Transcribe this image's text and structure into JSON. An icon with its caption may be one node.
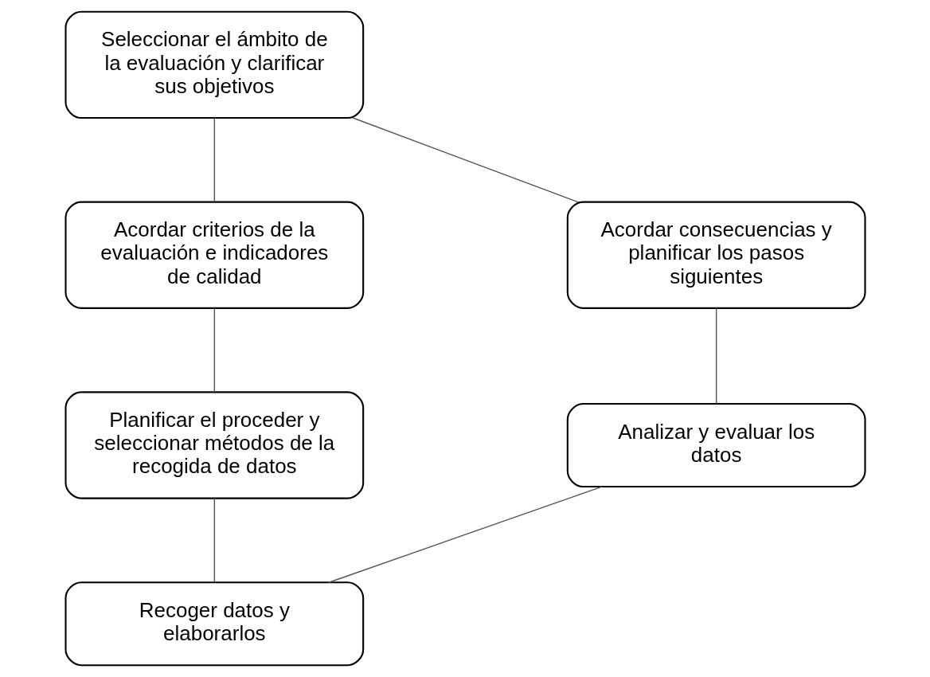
{
  "diagram": {
    "nodes": [
      {
        "text": [
          "Seleccionar el ámbito de la evaluación y clarificar sus objetivos"
        ]
      },
      {
        "text": [
          "Acordar consecuencias y planificar los pasos siguientes"
        ]
      },
      {
        "text": [
          "Acordar criterios de la evaluación e indicadores de calidad"
        ]
      },
      {
        "text": [
          "Analizar y evaluar los datos"
        ]
      },
      {
        "text": [
          "Planificar el proceder y seleccionar métodos de la recogida de datos"
        ]
      },
      {
        "text": [
          "Recoger datos y elaborarlos"
        ]
      }
    ],
    "edges": [
      {
        "from": 0,
        "to": 2,
        "arrow": "none"
      },
      {
        "from": 2,
        "to": 4,
        "arrow": "none"
      },
      {
        "from": 4,
        "to": 5,
        "arrow": "none"
      },
      {
        "from": 5,
        "to": 3,
        "arrow": "none"
      },
      {
        "from": 3,
        "to": 1,
        "arrow": "none"
      },
      {
        "from": 1,
        "to": 0,
        "arrow": "none"
      }
    ]
  }
}
